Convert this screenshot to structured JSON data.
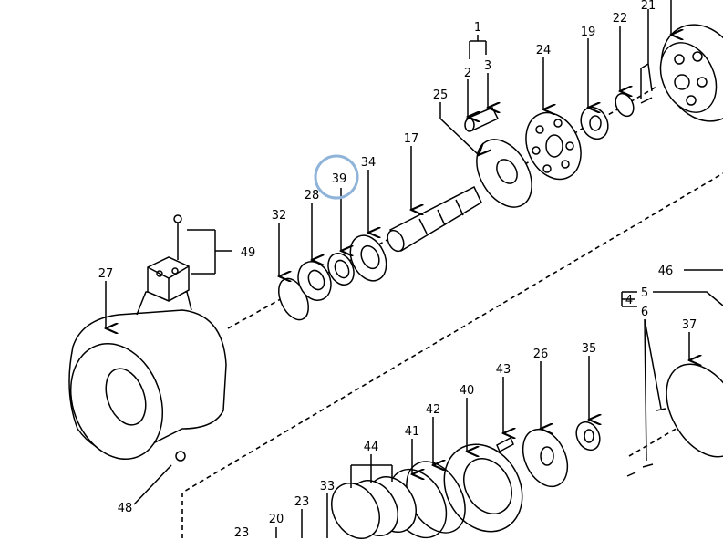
{
  "diagram": {
    "highlight_color": "#8fb3d9",
    "highlighted_label": "39",
    "callouts": {
      "c1": "1",
      "c2": "2",
      "c3": "3",
      "c21": "21",
      "c22": "22",
      "c19": "19",
      "c24": "24",
      "c25": "25",
      "c17": "17",
      "c34": "34",
      "c39": "39",
      "c28": "28",
      "c32": "32",
      "c49": "49",
      "c27": "27",
      "c46": "46",
      "c4": "4",
      "c5": "5",
      "c6": "6",
      "c37": "37",
      "c35": "35",
      "c26": "26",
      "c43": "43",
      "c40": "40",
      "c42": "42",
      "c41": "41",
      "c44": "44",
      "c33": "33",
      "c23a": "23",
      "c20": "20",
      "c23b": "23",
      "c48": "48"
    }
  }
}
